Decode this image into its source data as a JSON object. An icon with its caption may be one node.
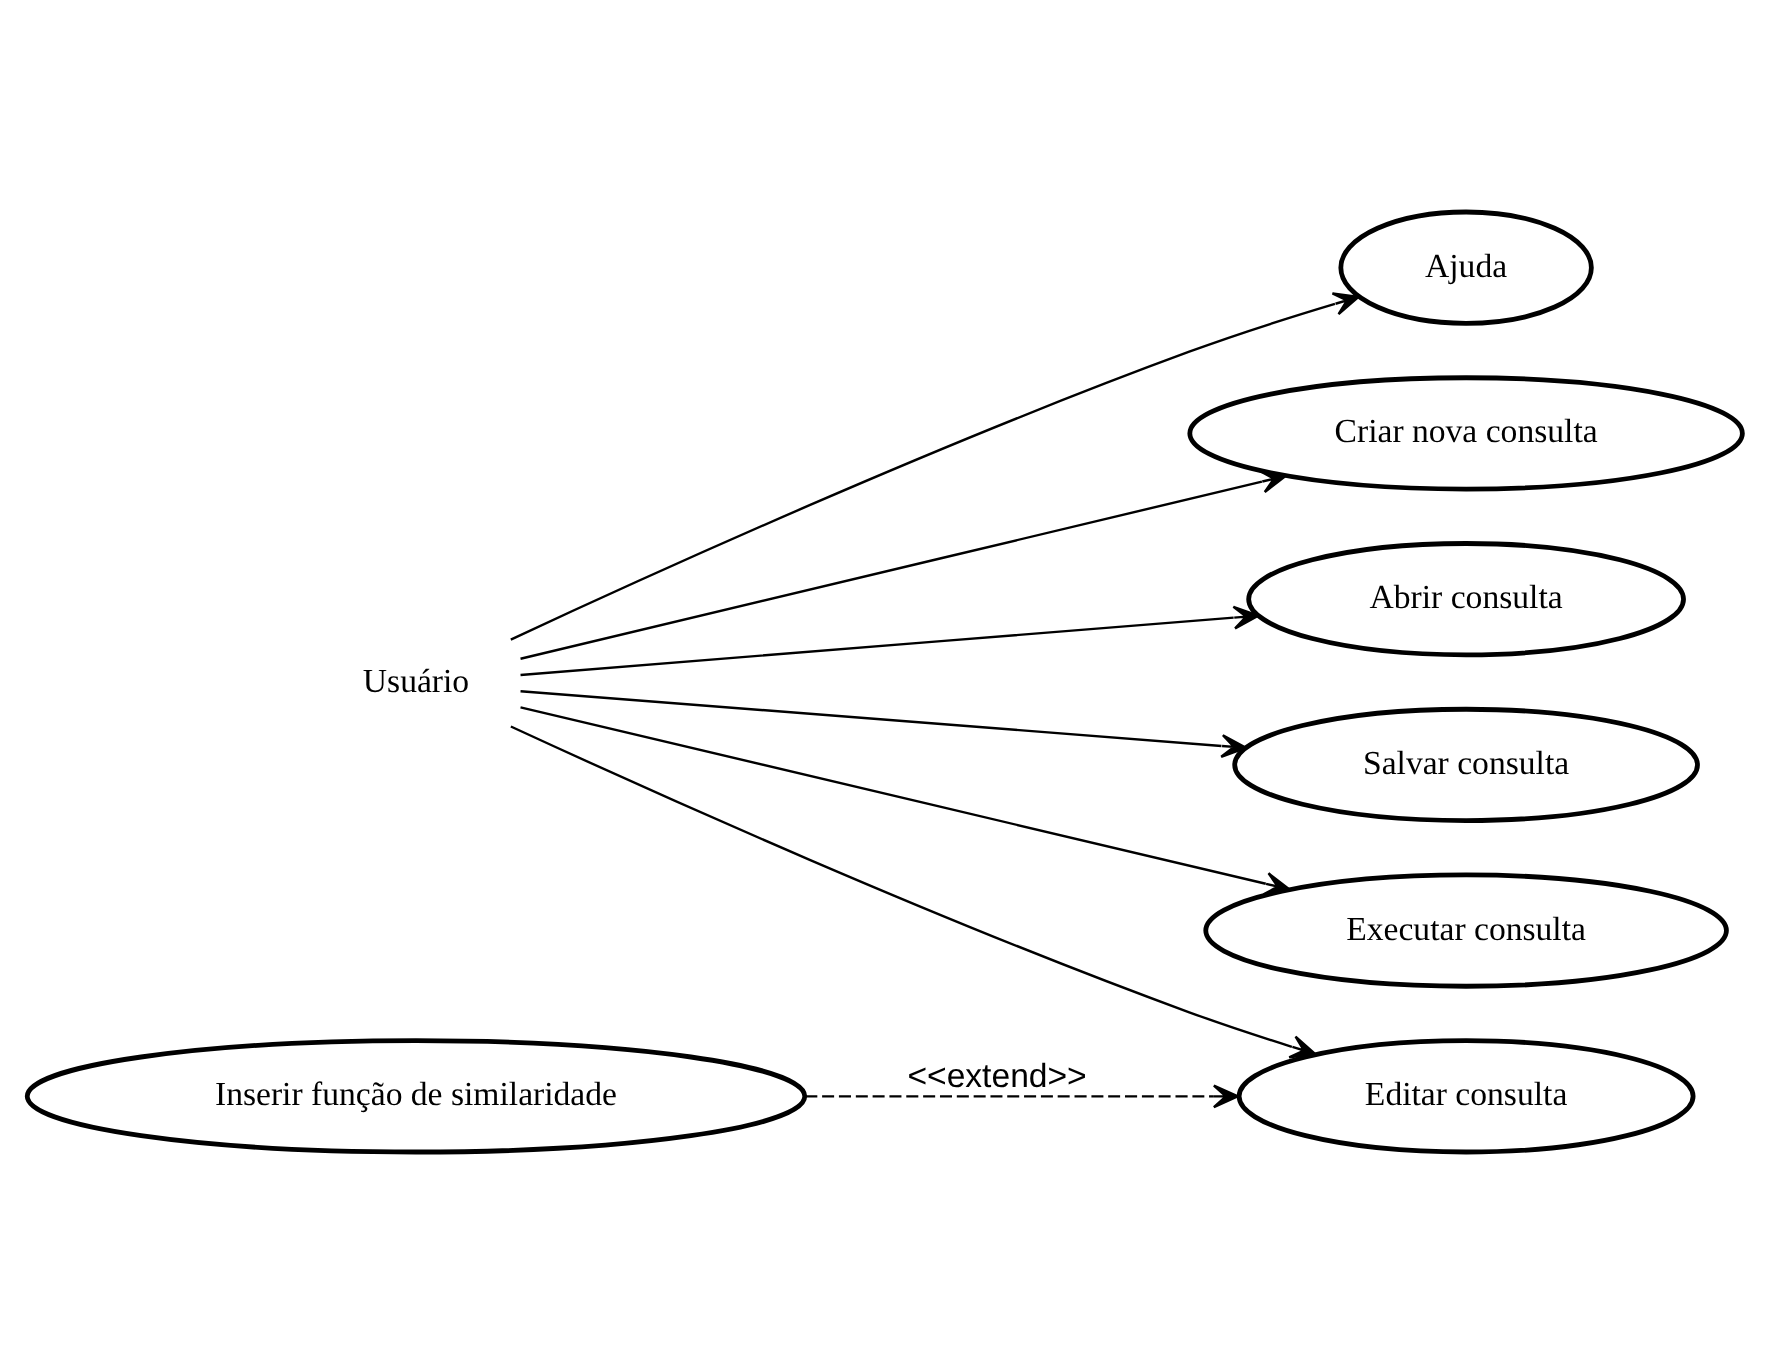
{
  "diagram": {
    "nodes": [
      {
        "text": [
          "Usuário"
        ]
      },
      {
        "text": [
          "Criar nova consulta"
        ]
      },
      {
        "text": [
          "Abrir consulta"
        ]
      },
      {
        "text": [
          "Salvar consulta"
        ]
      },
      {
        "text": [
          "Editar consulta"
        ]
      },
      {
        "text": [
          "Executar consulta"
        ]
      },
      {
        "text": [
          "Ajuda"
        ]
      },
      {
        "text": [
          "Inserir função de similaridade"
        ]
      }
    ],
    "edges": [
      {
        "from": 0,
        "to": 1,
        "arrow": "to"
      },
      {
        "from": 0,
        "to": 2,
        "arrow": "to"
      },
      {
        "from": 0,
        "to": 3,
        "arrow": "to"
      },
      {
        "from": 0,
        "to": 4,
        "arrow": "to"
      },
      {
        "from": 0,
        "to": 5,
        "arrow": "to"
      },
      {
        "from": 0,
        "to": 6,
        "arrow": "to"
      },
      {
        "from": 7,
        "to": 4,
        "arrow": "to",
        "label": "<<extend>>",
        "style": "dashed"
      }
    ]
  }
}
